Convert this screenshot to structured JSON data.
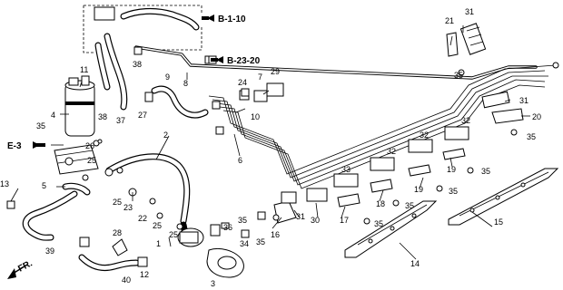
{
  "references": {
    "b_1_10": "B-1-10",
    "b_23_20": "B-23-20",
    "e_3": "E-3",
    "fr": "FR."
  },
  "callouts": [
    {
      "id": "c1",
      "text": "1"
    },
    {
      "id": "c2",
      "text": "2"
    },
    {
      "id": "c3",
      "text": "3"
    },
    {
      "id": "c4",
      "text": "4"
    },
    {
      "id": "c5",
      "text": "5"
    },
    {
      "id": "c6",
      "text": "6"
    },
    {
      "id": "c7",
      "text": "7"
    },
    {
      "id": "c8",
      "text": "8"
    },
    {
      "id": "c9",
      "text": "9"
    },
    {
      "id": "c10",
      "text": "10"
    },
    {
      "id": "c11",
      "text": "11"
    },
    {
      "id": "c12",
      "text": "12"
    },
    {
      "id": "c13",
      "text": "13"
    },
    {
      "id": "c14",
      "text": "14"
    },
    {
      "id": "c15",
      "text": "15"
    },
    {
      "id": "c16",
      "text": "16"
    },
    {
      "id": "c17",
      "text": "17"
    },
    {
      "id": "c18",
      "text": "18"
    },
    {
      "id": "c19a",
      "text": "19"
    },
    {
      "id": "c19b",
      "text": "19"
    },
    {
      "id": "c20",
      "text": "20"
    },
    {
      "id": "c21",
      "text": "21"
    },
    {
      "id": "c22",
      "text": "22"
    },
    {
      "id": "c23",
      "text": "23"
    },
    {
      "id": "c24",
      "text": "24"
    },
    {
      "id": "c25a",
      "text": "25"
    },
    {
      "id": "c25b",
      "text": "25"
    },
    {
      "id": "c25c",
      "text": "25"
    },
    {
      "id": "c25d",
      "text": "25"
    },
    {
      "id": "c26",
      "text": "26"
    },
    {
      "id": "c27",
      "text": "27"
    },
    {
      "id": "c28",
      "text": "28"
    },
    {
      "id": "c29",
      "text": "29"
    },
    {
      "id": "c30",
      "text": "30"
    },
    {
      "id": "c31a",
      "text": "31"
    },
    {
      "id": "c31b",
      "text": "31"
    },
    {
      "id": "c31c",
      "text": "31"
    },
    {
      "id": "c32a",
      "text": "32"
    },
    {
      "id": "c32b",
      "text": "32"
    },
    {
      "id": "c32c",
      "text": "32"
    },
    {
      "id": "c33",
      "text": "33"
    },
    {
      "id": "c34",
      "text": "34"
    },
    {
      "id": "c35a",
      "text": "35"
    },
    {
      "id": "c35b",
      "text": "35"
    },
    {
      "id": "c35c",
      "text": "35"
    },
    {
      "id": "c35d",
      "text": "35"
    },
    {
      "id": "c35e",
      "text": "35"
    },
    {
      "id": "c35f",
      "text": "35"
    },
    {
      "id": "c35g",
      "text": "35"
    },
    {
      "id": "c35h",
      "text": "35"
    },
    {
      "id": "c35i",
      "text": "35"
    },
    {
      "id": "c36",
      "text": "36"
    },
    {
      "id": "c37",
      "text": "37"
    },
    {
      "id": "c38a",
      "text": "38"
    },
    {
      "id": "c38b",
      "text": "38"
    },
    {
      "id": "c39",
      "text": "39"
    },
    {
      "id": "c40",
      "text": "40"
    }
  ]
}
